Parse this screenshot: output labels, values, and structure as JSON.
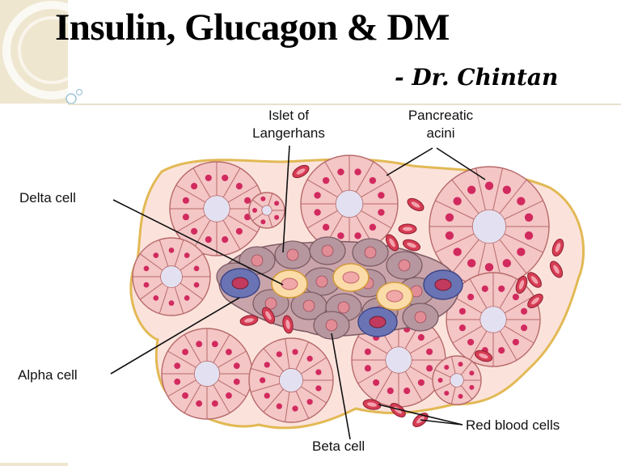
{
  "slide": {
    "title": "Insulin, Glucagon & DM",
    "author": "- Dr. Chintan"
  },
  "diagram": {
    "labels": {
      "islet_line1": "Islet of",
      "islet_line2": "Langerhans",
      "acini_line1": "Pancreatic",
      "acini_line2": "acini",
      "delta": "Delta cell",
      "alpha": "Alpha cell",
      "beta": "Beta cell",
      "rbc": "Red blood cells"
    },
    "colors": {
      "acinar_cell": "#f4c6c6",
      "acinar_outline": "#b76a6a",
      "lumen": "#e3e1f1",
      "nucleus": "#d12a5e",
      "tissue": "#fbe3dc",
      "capsule": "#e2b954",
      "beta_cell": "#b6979f",
      "alpha_cell": "#6a74b4",
      "delta_cell": "#fbdca8",
      "rbc": "#d63d54"
    }
  }
}
